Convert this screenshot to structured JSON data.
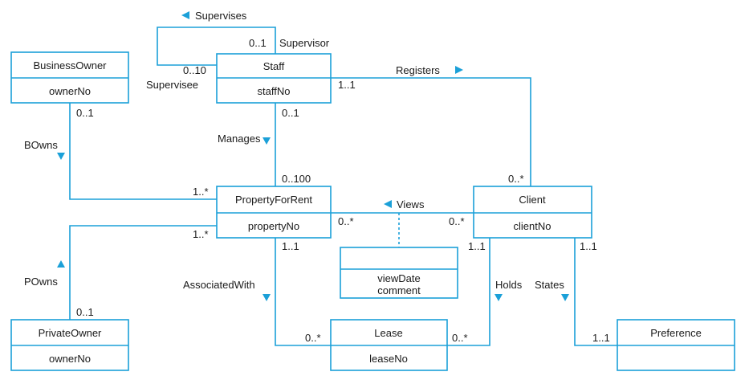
{
  "entities": {
    "business_owner": {
      "name": "BusinessOwner",
      "key": "ownerNo"
    },
    "staff": {
      "name": "Staff",
      "key": "staffNo"
    },
    "property_for_rent": {
      "name": "PropertyForRent",
      "key": "propertyNo"
    },
    "client": {
      "name": "Client",
      "key": "clientNo"
    },
    "private_owner": {
      "name": "PrivateOwner",
      "key": "ownerNo"
    },
    "lease": {
      "name": "Lease",
      "key": "leaseNo"
    },
    "preference": {
      "name": "Preference",
      "key": ""
    }
  },
  "association_class": {
    "attributes": [
      "viewDate",
      "comment"
    ]
  },
  "relationships": {
    "supervises": {
      "label": "Supervises",
      "supervisor_role": "Supervisor",
      "supervisee_role": "Supervisee",
      "supervisor_mult": "0..1",
      "supervisee_mult": "0..10"
    },
    "registers": {
      "label": "Registers",
      "staff_mult": "1..1",
      "client_mult": "0..*"
    },
    "bowns": {
      "label": "BOwns",
      "owner_mult": "0..1",
      "property_mult": "1..*"
    },
    "manages": {
      "label": "Manages",
      "staff_mult": "0..1",
      "property_mult": "0..100"
    },
    "views": {
      "label": "Views",
      "property_mult": "0..*",
      "client_mult": "0..*"
    },
    "powns": {
      "label": "POwns",
      "property_mult": "1..*",
      "owner_mult": "0..1"
    },
    "associated_with": {
      "label": "AssociatedWith",
      "property_mult": "1..1",
      "lease_mult": "0..*"
    },
    "holds": {
      "label": "Holds",
      "client_mult": "1..1",
      "lease_mult": "0..*"
    },
    "states": {
      "label": "States",
      "client_mult": "1..1",
      "preference_mult": "1..1"
    }
  },
  "colors": {
    "line": "#1ba0d8",
    "text": "#1a1a1a"
  }
}
